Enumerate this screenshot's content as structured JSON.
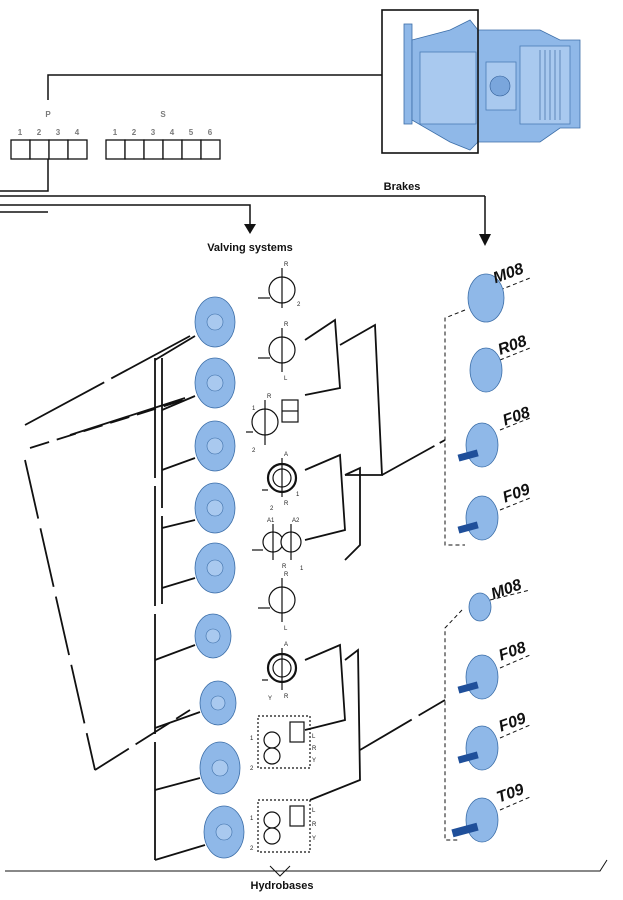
{
  "codes": {
    "p_label": "P",
    "p_digits": [
      "1",
      "2",
      "3",
      "4"
    ],
    "s_label": "S",
    "s_digits": [
      "1",
      "2",
      "3",
      "4",
      "5",
      "6"
    ]
  },
  "labels": {
    "brakes": "Brakes",
    "valving": "Valving systems",
    "hydrobases": "Hydrobases"
  },
  "brakes_group1": [
    "M08",
    "R08",
    "F08",
    "F09"
  ],
  "brakes_group2": [
    "M08",
    "F08",
    "F09",
    "T09"
  ],
  "valve_symbol_text": {
    "r": "R",
    "l": "L",
    "a": "A",
    "a1": "A1",
    "a2": "A2",
    "y": "Y",
    "n1": "1",
    "n2": "2"
  },
  "colors": {
    "component_blue": "#8fb8e8",
    "component_outline": "#3c6ea8",
    "shaft_blue": "#1f4f9a"
  }
}
